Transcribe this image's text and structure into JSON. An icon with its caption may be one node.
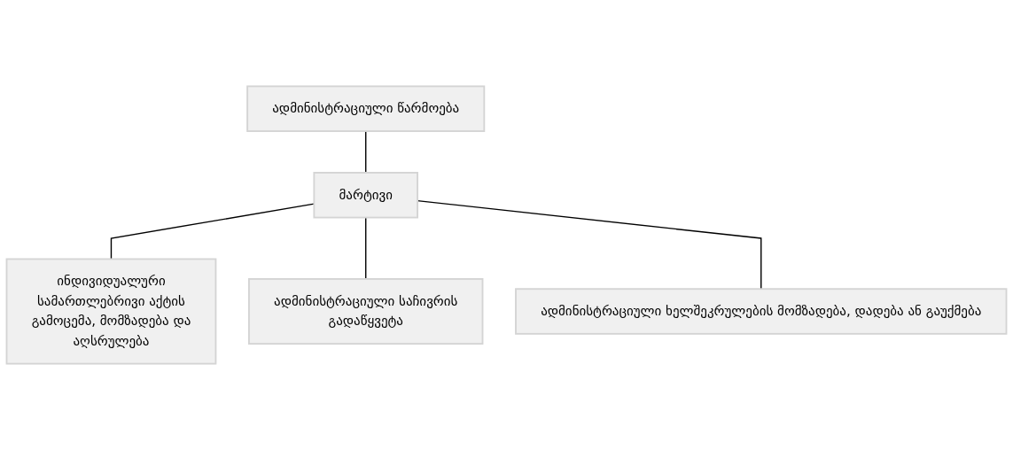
{
  "diagram": {
    "nodes": [
      {
        "text": [
          "ადმინისტრაციული წარმოება"
        ]
      },
      {
        "text": [
          "მარტივი"
        ]
      },
      {
        "text": [
          "ინდივიდუალური სამართლებრივი აქტის გამოცემა, მომზადება და აღსრულება"
        ]
      },
      {
        "text": [
          "ადმინისტრაციული საჩივრის გადაწყვეტა"
        ]
      },
      {
        "text": [
          "ადმინისტრაციული ხელშეკრულების მომზადება, დადება ან გაუქმება"
        ]
      }
    ],
    "edges": [
      {
        "from": 0,
        "to": 1,
        "arrow": "none"
      },
      {
        "from": 1,
        "to": 2,
        "arrow": "none"
      },
      {
        "from": 1,
        "to": 3,
        "arrow": "none"
      },
      {
        "from": 1,
        "to": 4,
        "arrow": "none"
      }
    ]
  }
}
